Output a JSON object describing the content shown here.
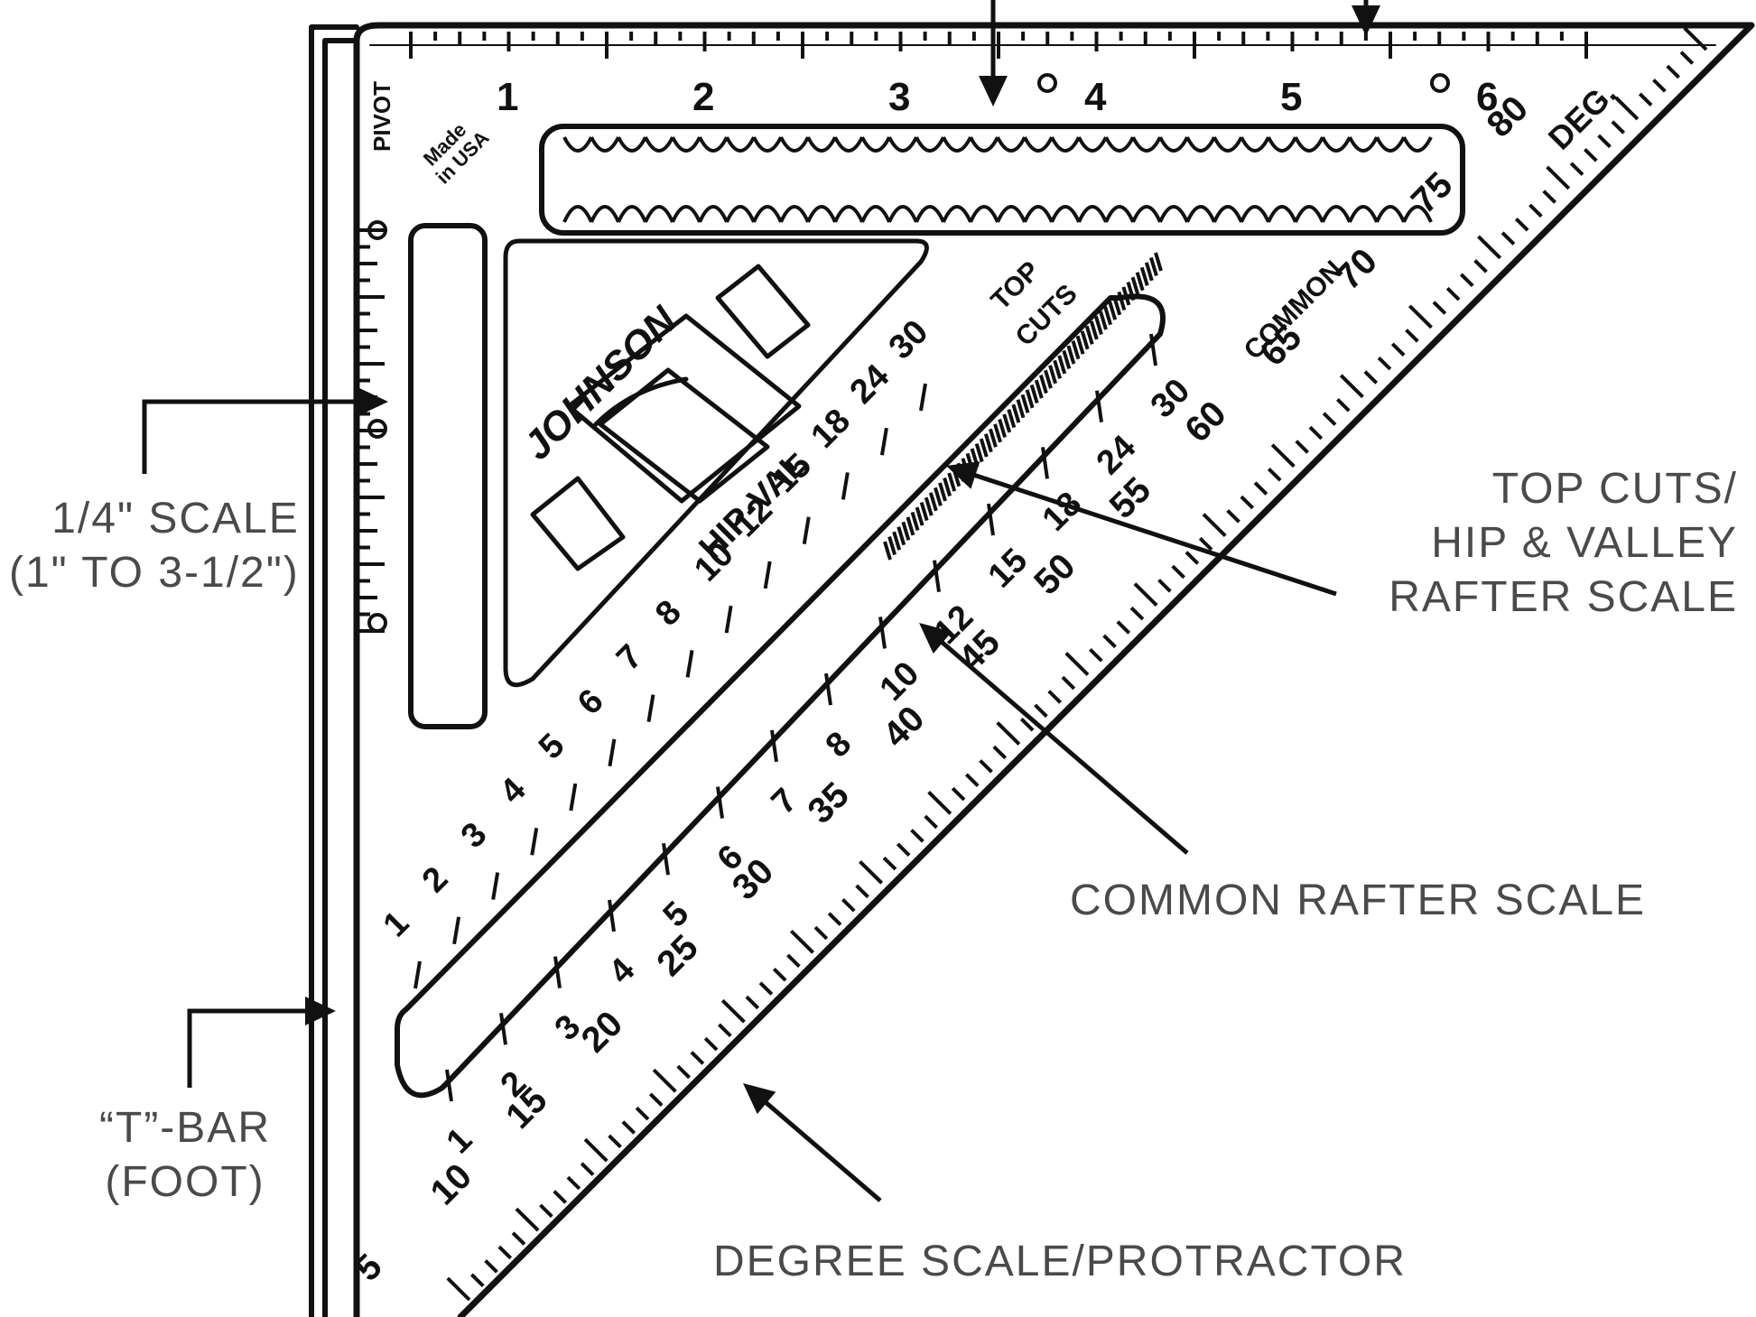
{
  "callouts": {
    "quarter_scale": [
      "1/4\" SCALE",
      "(1\" TO 3-1/2\")"
    ],
    "t_bar": [
      "“T”-BAR",
      "(FOOT)"
    ],
    "top_cuts": [
      "TOP CUTS/",
      "HIP & VALLEY",
      "RAFTER SCALE"
    ],
    "common_rafter": "COMMON RAFTER SCALE",
    "degree_scale": "DEGREE SCALE/PROTRACTOR"
  },
  "square": {
    "pivot": "PIVOT",
    "made_in": [
      "Made",
      "in USA"
    ],
    "brand": "JOHNSON",
    "deg": "DEG.",
    "top_ruler": [
      "1",
      "2",
      "3",
      "4",
      "5",
      "6"
    ],
    "hip_val_label": "HIP-VAL",
    "hip_val_numbers": [
      "1",
      "2",
      "3",
      "4",
      "5",
      "6",
      "7",
      "8",
      "10",
      "12",
      "15",
      "18",
      "24",
      "30"
    ],
    "top_cuts_label": [
      "TOP",
      "CUTS"
    ],
    "common_label": "COMMON",
    "common_numbers": [
      "1",
      "2",
      "3",
      "4",
      "5",
      "6",
      "7",
      "8",
      "10",
      "12",
      "15",
      "18",
      "24",
      "30"
    ],
    "degree_numbers": [
      "5",
      "10",
      "15",
      "20",
      "25",
      "30",
      "35",
      "40",
      "45",
      "50",
      "55",
      "60",
      "65",
      "70",
      "75",
      "80"
    ]
  },
  "colors": {
    "line": "#111111",
    "label_text": "#4a4a4a",
    "background": "#ffffff"
  }
}
